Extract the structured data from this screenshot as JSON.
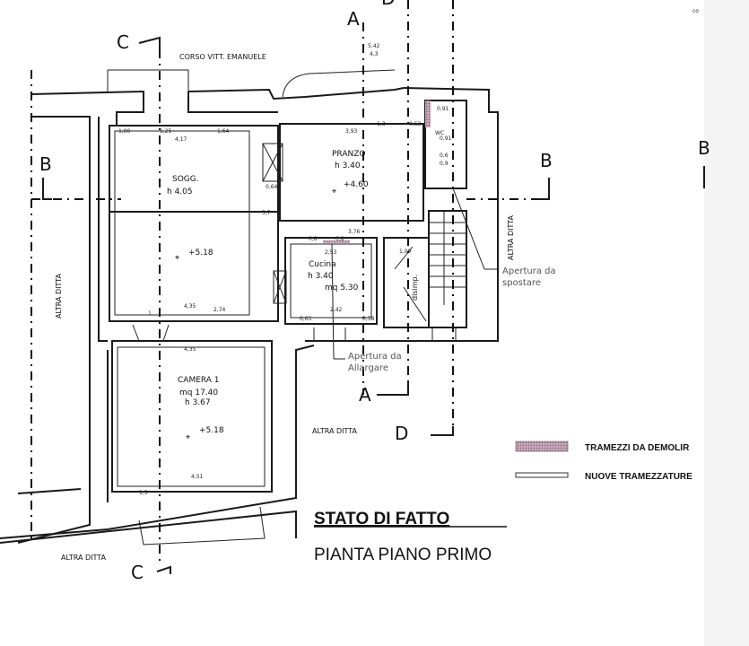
{
  "street": "CORSO VITT. EMANUELE",
  "corner_mark": "co",
  "sections": {
    "a_top": "A",
    "a_bottom": "A",
    "b_left": "B",
    "b_right": "B",
    "b_edge": "B",
    "c_top": "C",
    "c_bottom": "C",
    "d_top": "D",
    "d_bottom": "D"
  },
  "neighbors": {
    "left": "ALTRA DITTA",
    "right": "ALTRA DITTA",
    "middle": "ALTRA DITTA",
    "bottom_left": "ALTRA DITTA"
  },
  "rooms": {
    "sogg": {
      "name": "SOGG.",
      "height": "h 4.05"
    },
    "room2": {
      "level": "+5.18"
    },
    "pranzo": {
      "name": "PRANZO",
      "height": "h 3.40",
      "level": "+4.60"
    },
    "wc": {
      "name": "WC"
    },
    "cucina": {
      "name": "Cucina",
      "height": "h 3.40",
      "area": "mq 5.30"
    },
    "disimp": {
      "name": "disimp."
    },
    "camera1": {
      "name": "CAMERA 1",
      "area": "mq 17.40",
      "height": "h 3.67",
      "level": "+5.18"
    }
  },
  "dimensions": {
    "top1": "5,42",
    "top2": "4,3",
    "sogg_a": "1,00",
    "sogg_b": "1,25",
    "sogg_c": "1,64",
    "sogg_total": "4,17",
    "pranzo_a": "1,3",
    "pranzo_b": "3,93",
    "pranzo_c": "0,53",
    "wc_w": "0,91",
    "wc_h": "0,91",
    "wc_a": "0,6",
    "wc_b": "0,9",
    "p064": "0,64",
    "p57": "5,7",
    "cuc_a": "0,8",
    "cuc_b": "0,8",
    "cuc_top": "3,76",
    "cuc_w": "2,53",
    "cuc_bot": "2,42",
    "cuc_l": "0,63",
    "cuc_r": "0,58",
    "dis_w": "1,09",
    "r2_a": "4,35",
    "r2_b": "2,74",
    "r2_c": "1",
    "cam_top": "4,35",
    "cam_bot": "4,51",
    "cam_l": "1,5"
  },
  "notes": {
    "spostare": [
      "Apertura da",
      "spostare"
    ],
    "allargare": [
      "Apertura da",
      "Allargare"
    ]
  },
  "legend": [
    {
      "label": "TRAMEZZI DA DEMOLIR",
      "swatch": "#b08aa0"
    },
    {
      "label": "NUOVE TRAMEZZATURE",
      "swatch": "#ffffff"
    }
  ],
  "title": {
    "main": "STATO DI FATTO",
    "sub": "PIANTA PIANO PRIMO"
  }
}
